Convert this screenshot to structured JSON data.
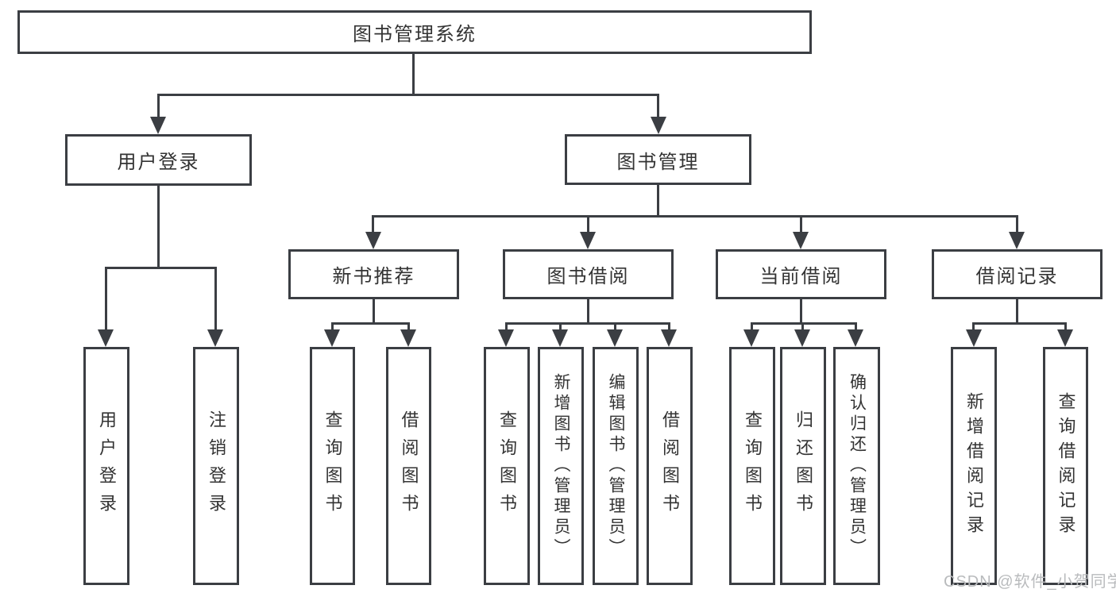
{
  "tree": {
    "root": {
      "label": "图书管理系统"
    },
    "branches": [
      {
        "label": "用户登录",
        "leaves": [
          "用户登录",
          "注销登录"
        ]
      },
      {
        "label": "图书管理",
        "groups": [
          {
            "label": "新书推荐",
            "leaves": [
              "查询图书",
              "借阅图书"
            ]
          },
          {
            "label": "图书借阅",
            "leaves": [
              "查询图书",
              "新增图书（管理员）",
              "编辑图书（管理员）",
              "借阅图书"
            ]
          },
          {
            "label": "当前借阅",
            "leaves": [
              "查询图书",
              "归还图书",
              "确认归还（管理员）"
            ]
          },
          {
            "label": "借阅记录",
            "leaves": [
              "新增借阅记录",
              "查询借阅记录"
            ]
          }
        ]
      }
    ]
  },
  "watermark": {
    "text": "CSDN @软件_小贺同学"
  },
  "colors": {
    "line": "#3b3e43",
    "text": "#333333",
    "background": "#ffffff",
    "watermark": "#b9bbbd"
  }
}
